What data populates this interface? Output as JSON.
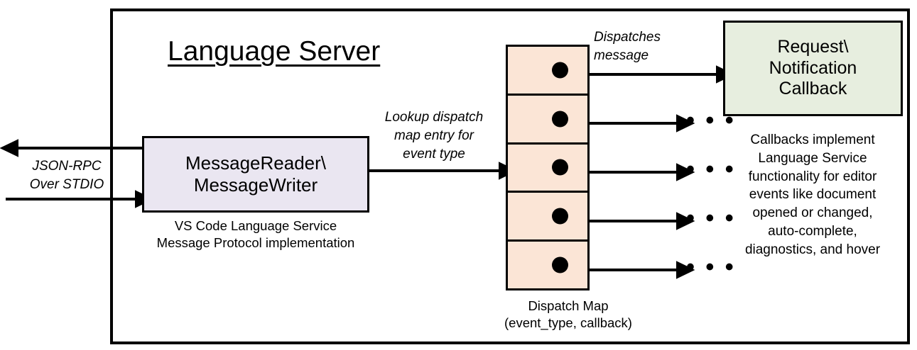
{
  "diagram": {
    "title": "Language Server",
    "boxes": {
      "reader": {
        "label": "MessageReader\\\nMessageWriter",
        "caption": "VS Code Language Service\nMessage Protocol implementation",
        "fill": "#EAE6F1"
      },
      "callback": {
        "label": "Request\\\nNotification\nCallback",
        "fill": "#E7EEDF"
      },
      "dispatch_map": {
        "caption": "Dispatch Map\n(event_type, callback)",
        "fill": "#FBE5D6",
        "row_count": 5,
        "rows": [
          {
            "entry_marker": "dot",
            "target": "Request\\Notification Callback"
          },
          {
            "entry_marker": "dot",
            "target": "..."
          },
          {
            "entry_marker": "dot",
            "target": "..."
          },
          {
            "entry_marker": "dot",
            "target": "..."
          },
          {
            "entry_marker": "dot",
            "target": "..."
          }
        ]
      }
    },
    "edge_labels": {
      "json_rpc": "JSON-RPC\nOver STDIO",
      "lookup": "Lookup dispatch\nmap entry for\nevent type",
      "dispatches": "Dispatches\nmessage"
    },
    "annotations": {
      "callbacks_description": "Callbacks implement\nLanguage Service\nfunctionality for editor\nevents like document\nopened or changed,\nauto-complete,\ndiagnostics, and hover"
    },
    "ellipsis": "• • •",
    "colors": {
      "stroke": "#000000",
      "background": "#FFFFFF",
      "reader_fill": "#EAE6F1",
      "dispatch_fill": "#FBE5D6",
      "callback_fill": "#E7EEDF"
    }
  }
}
